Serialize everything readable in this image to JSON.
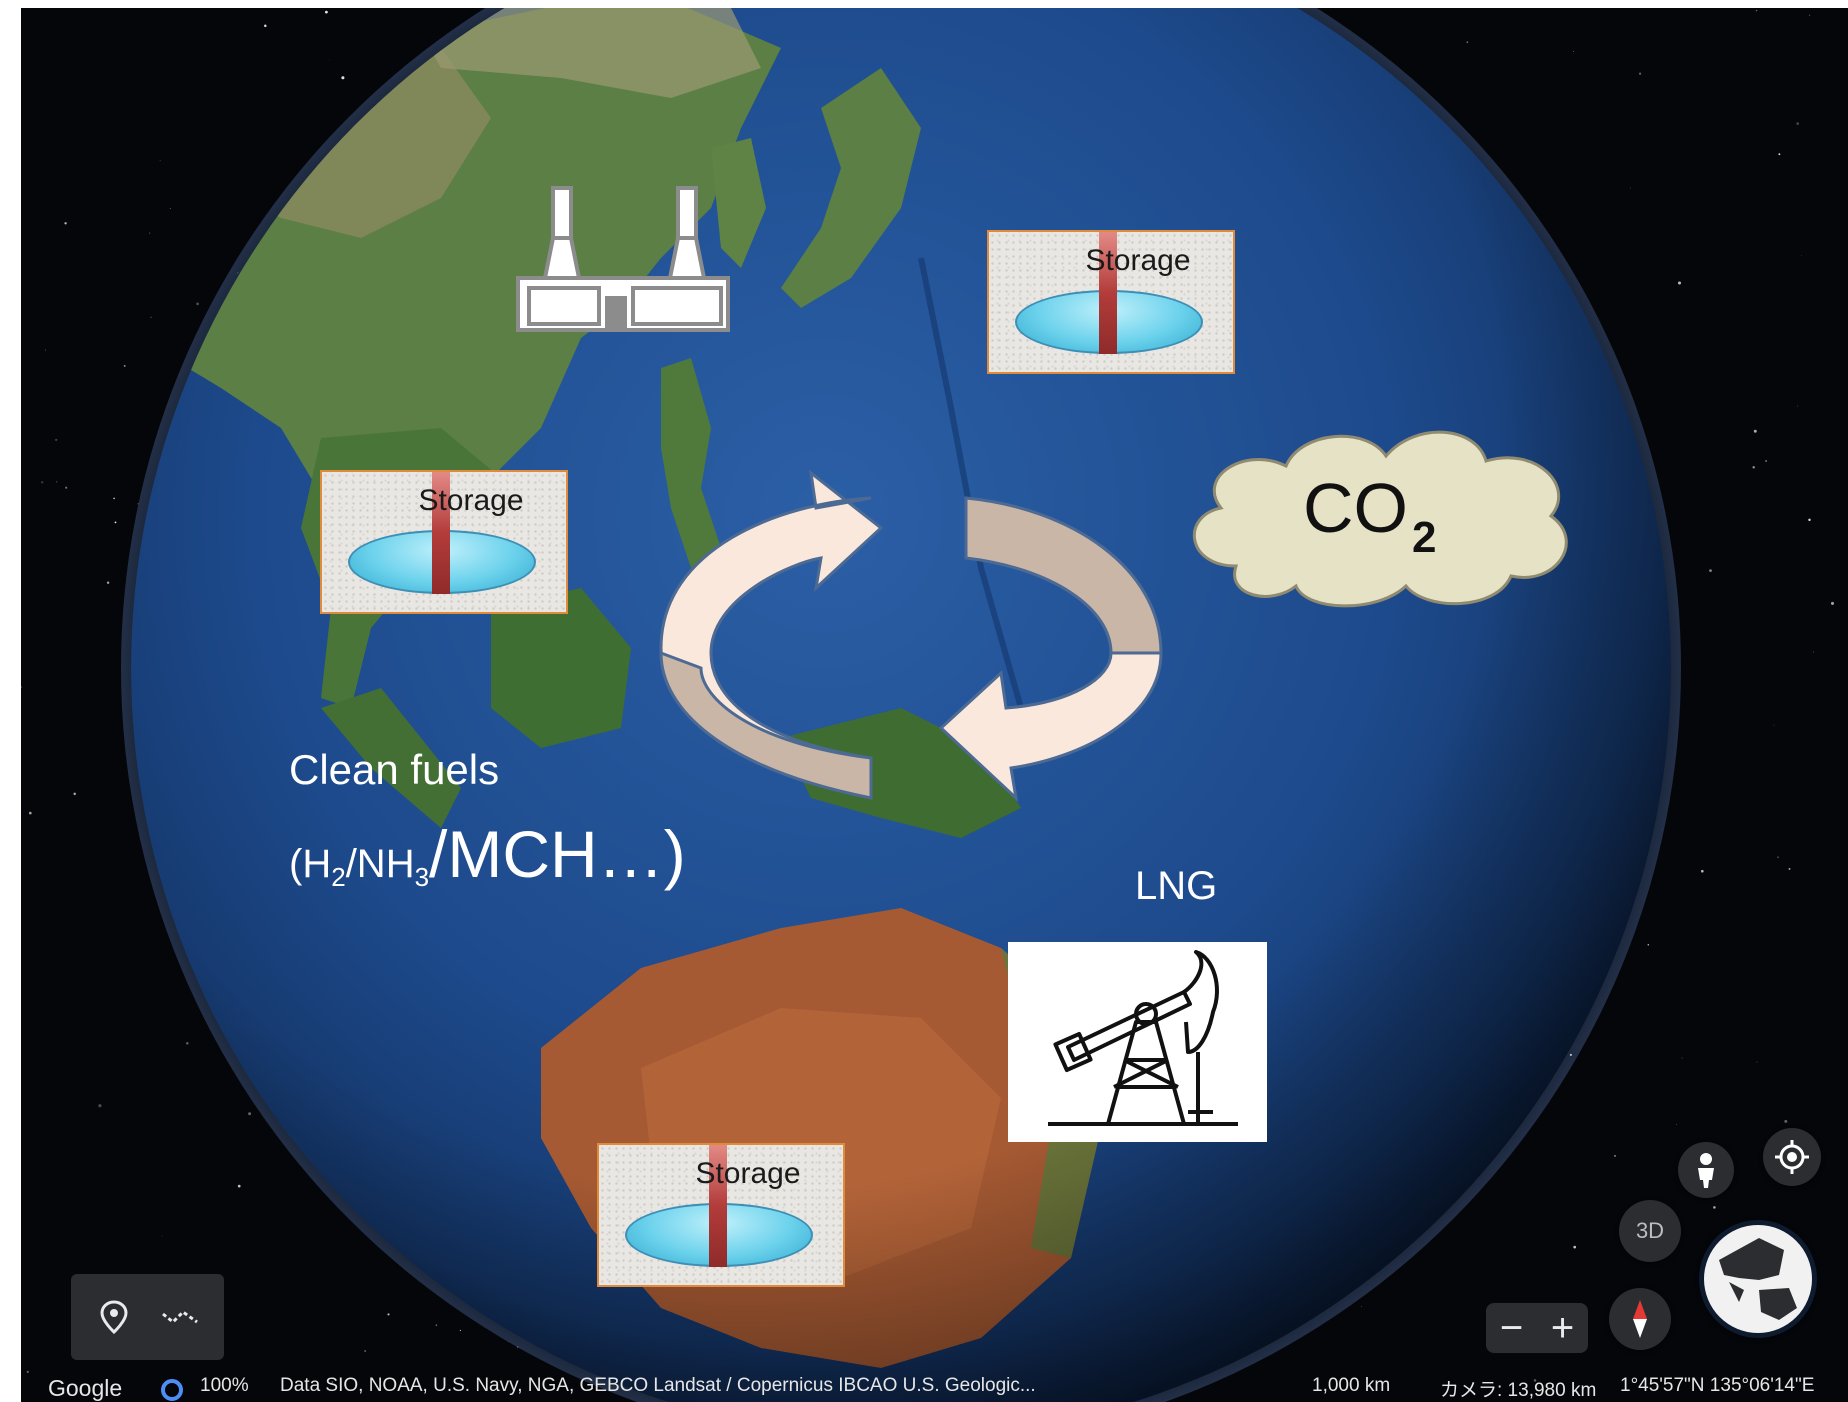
{
  "labels": {
    "storage_top_right": "Storage",
    "storage_left": "Storage",
    "storage_bottom": "Storage",
    "co2_main": "CO",
    "co2_sub": "2",
    "clean_fuels": "Clean fuels",
    "formula_open": "(H",
    "formula_sub1": "2",
    "formula_mid": "/NH",
    "formula_sub2": "3",
    "formula_big": "/MCH…)",
    "lng": "LNG"
  },
  "controls": {
    "button_3d": "3D",
    "zoom_out": "−",
    "zoom_in": "+"
  },
  "status_bar": {
    "brand": "Google",
    "zoom_percent": "100%",
    "attribution": "Data SIO, NOAA, U.S. Navy, NGA, GEBCO  Landsat / Copernicus  IBCAO  U.S. Geologic...",
    "scale": "1,000 km",
    "camera": "カメラ: 13,980 km",
    "coordinates": "1°45'57\"N 135°06'14\"E"
  },
  "colors": {
    "space": "#05060a",
    "ocean": "#1f4a8c",
    "land": "#4f7a3c",
    "desert": "#9c4b2a",
    "storage_border": "#e08a3c",
    "arrow_light": "#fbe8dc",
    "arrow_dark": "#c9b6a6",
    "cloud": "#e6e2c6"
  },
  "icons": [
    "factory-icon",
    "oil-pump-icon",
    "pegman-icon",
    "my-location-icon",
    "compass-icon",
    "place-marker-icon",
    "path-tool-icon",
    "mini-globe-icon"
  ]
}
